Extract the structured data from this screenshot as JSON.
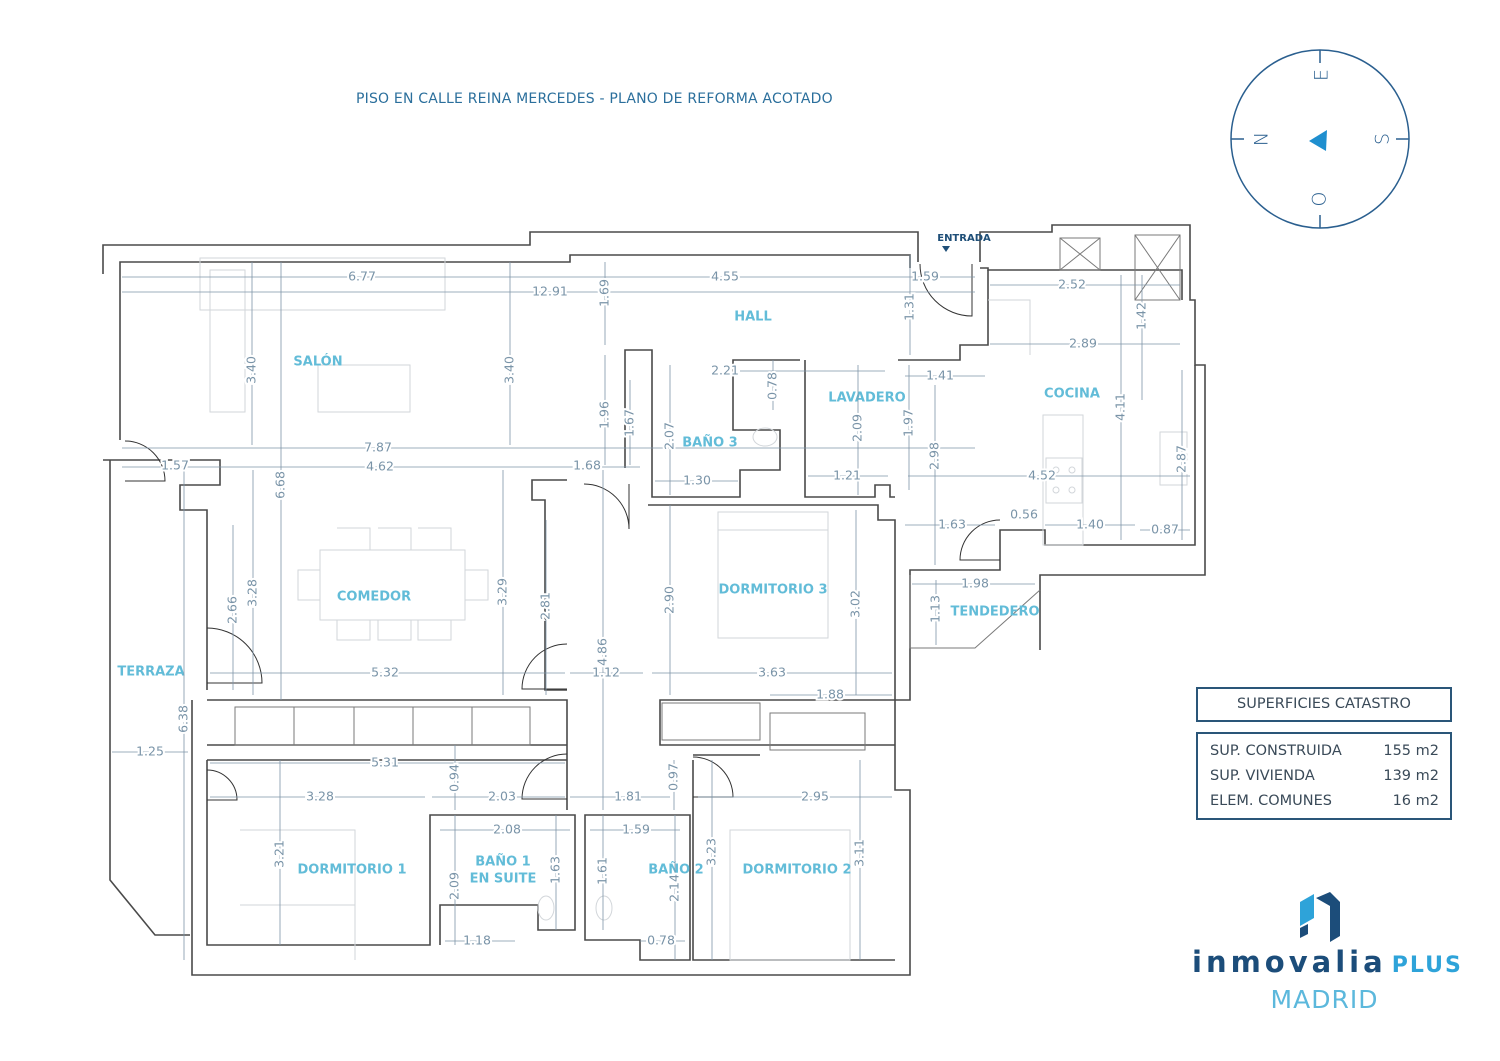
{
  "title": "PISO EN CALLE REINA MERCEDES  - PLANO DE REFORMA ACOTADO",
  "entrance_label": "ENTRADA",
  "compass": {
    "north": "N",
    "east": "E",
    "south": "S",
    "west": "O"
  },
  "rooms": {
    "salon": "SALÓN",
    "hall": "HALL",
    "lavadero": "LAVADERO",
    "cocina": "COCINA",
    "bano3": "BAÑO 3",
    "comedor": "COMEDOR",
    "dormitorio3": "DORMITORIO 3",
    "tendedero": "TENDEDERO",
    "terraza": "TERRAZA",
    "dormitorio1": "DORMITORIO 1",
    "bano1_line1": "BAÑO 1",
    "bano1_line2": "EN SUITE",
    "bano2": "BAÑO 2",
    "dormitorio2": "DORMITORIO 2"
  },
  "dimensions": [
    "6.77",
    "12.91",
    "4.55",
    "1.59",
    "1.69",
    "3.40",
    "3.40",
    "1.31",
    "2.52",
    "1.42",
    "2.89",
    "2.21",
    "0.78",
    "1.41",
    "4.11",
    "7.87",
    "4.62",
    "1.57",
    "1.68",
    "1.96",
    "1.67",
    "2.07",
    "2.09",
    "1.97",
    "2.98",
    "1.30",
    "1.21",
    "4.52",
    "2.87",
    "6.68",
    "1.63",
    "0.56",
    "1.40",
    "0.87",
    "1.98",
    "1.13",
    "2.66",
    "3.28",
    "3.29",
    "2.81",
    "2.90",
    "3.02",
    "4.86",
    "5.32",
    "1.12",
    "3.63",
    "1.88",
    "6.38",
    "1.25",
    "5.31",
    "0.94",
    "0.97",
    "3.28",
    "2.03",
    "1.81",
    "2.95",
    "2.08",
    "1.59",
    "3.21",
    "1.63",
    "1.61",
    "3.23",
    "3.11",
    "2.09",
    "2.14",
    "1.18",
    "0.78"
  ],
  "surfaces": {
    "title": "SUPERFICIES CATASTRO",
    "rows": [
      {
        "label": "SUP. CONSTRUIDA",
        "value": "155 m2"
      },
      {
        "label": "SUP. VIVIENDA",
        "value": "139 m2"
      },
      {
        "label": "ELEM. COMUNES",
        "value": "16 m2"
      }
    ]
  },
  "brand": {
    "name": "inmovalia",
    "suffix": "PLUS",
    "city": "MADRID"
  },
  "colors": {
    "title": "#2b6f9c",
    "room_label": "#62bcd8",
    "dimension": "#7a94a8",
    "wall": "#4a4a4a",
    "brand_dark": "#1c4d7a",
    "brand_light": "#2ea3d9"
  }
}
